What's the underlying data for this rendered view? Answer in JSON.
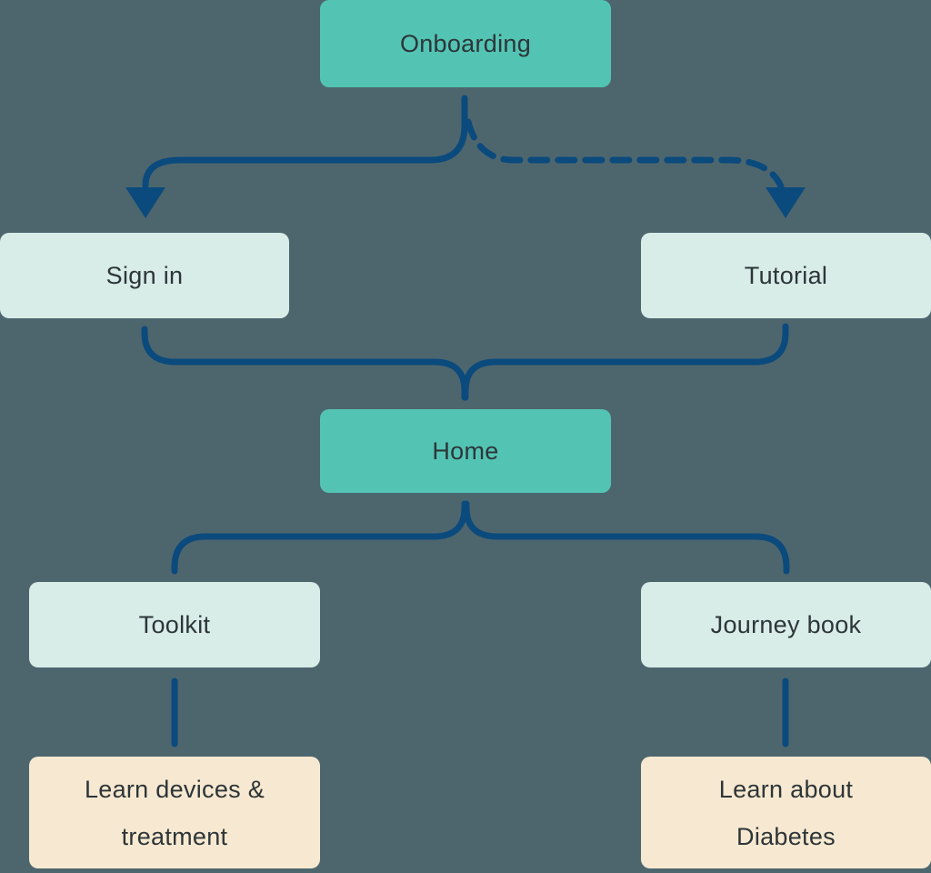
{
  "diagram": {
    "title": "App navigation flowchart",
    "background": "#4d666e",
    "colors": {
      "primary_node": "#53c4b4",
      "secondary_node": "#d8ece8",
      "tertiary_node": "#f7e9d1",
      "connector": "#0b4a7d",
      "node_text": "#2d3538"
    },
    "nodes": {
      "onboarding": {
        "label": "Onboarding",
        "type": "primary"
      },
      "signin": {
        "label": "Sign in",
        "type": "secondary"
      },
      "tutorial": {
        "label": "Tutorial",
        "type": "secondary"
      },
      "home": {
        "label": "Home",
        "type": "primary"
      },
      "toolkit": {
        "label": "Toolkit",
        "type": "secondary"
      },
      "journey_book": {
        "label": "Journey book",
        "type": "secondary"
      },
      "learn_devices": {
        "label": "Learn devices & treatment",
        "type": "tertiary"
      },
      "learn_diabetes": {
        "label": "Learn about Diabetes",
        "type": "tertiary"
      }
    },
    "edges": [
      {
        "from": "onboarding",
        "to": "signin",
        "style": "solid",
        "arrow": true
      },
      {
        "from": "onboarding",
        "to": "tutorial",
        "style": "dashed",
        "arrow": true
      },
      {
        "from": "signin",
        "to": "home",
        "style": "solid",
        "arrow": false
      },
      {
        "from": "tutorial",
        "to": "home",
        "style": "solid",
        "arrow": false
      },
      {
        "from": "home",
        "to": "toolkit",
        "style": "solid",
        "arrow": false
      },
      {
        "from": "home",
        "to": "journey_book",
        "style": "solid",
        "arrow": false
      },
      {
        "from": "toolkit",
        "to": "learn_devices",
        "style": "solid",
        "arrow": false
      },
      {
        "from": "journey_book",
        "to": "learn_diabetes",
        "style": "solid",
        "arrow": false
      }
    ]
  }
}
